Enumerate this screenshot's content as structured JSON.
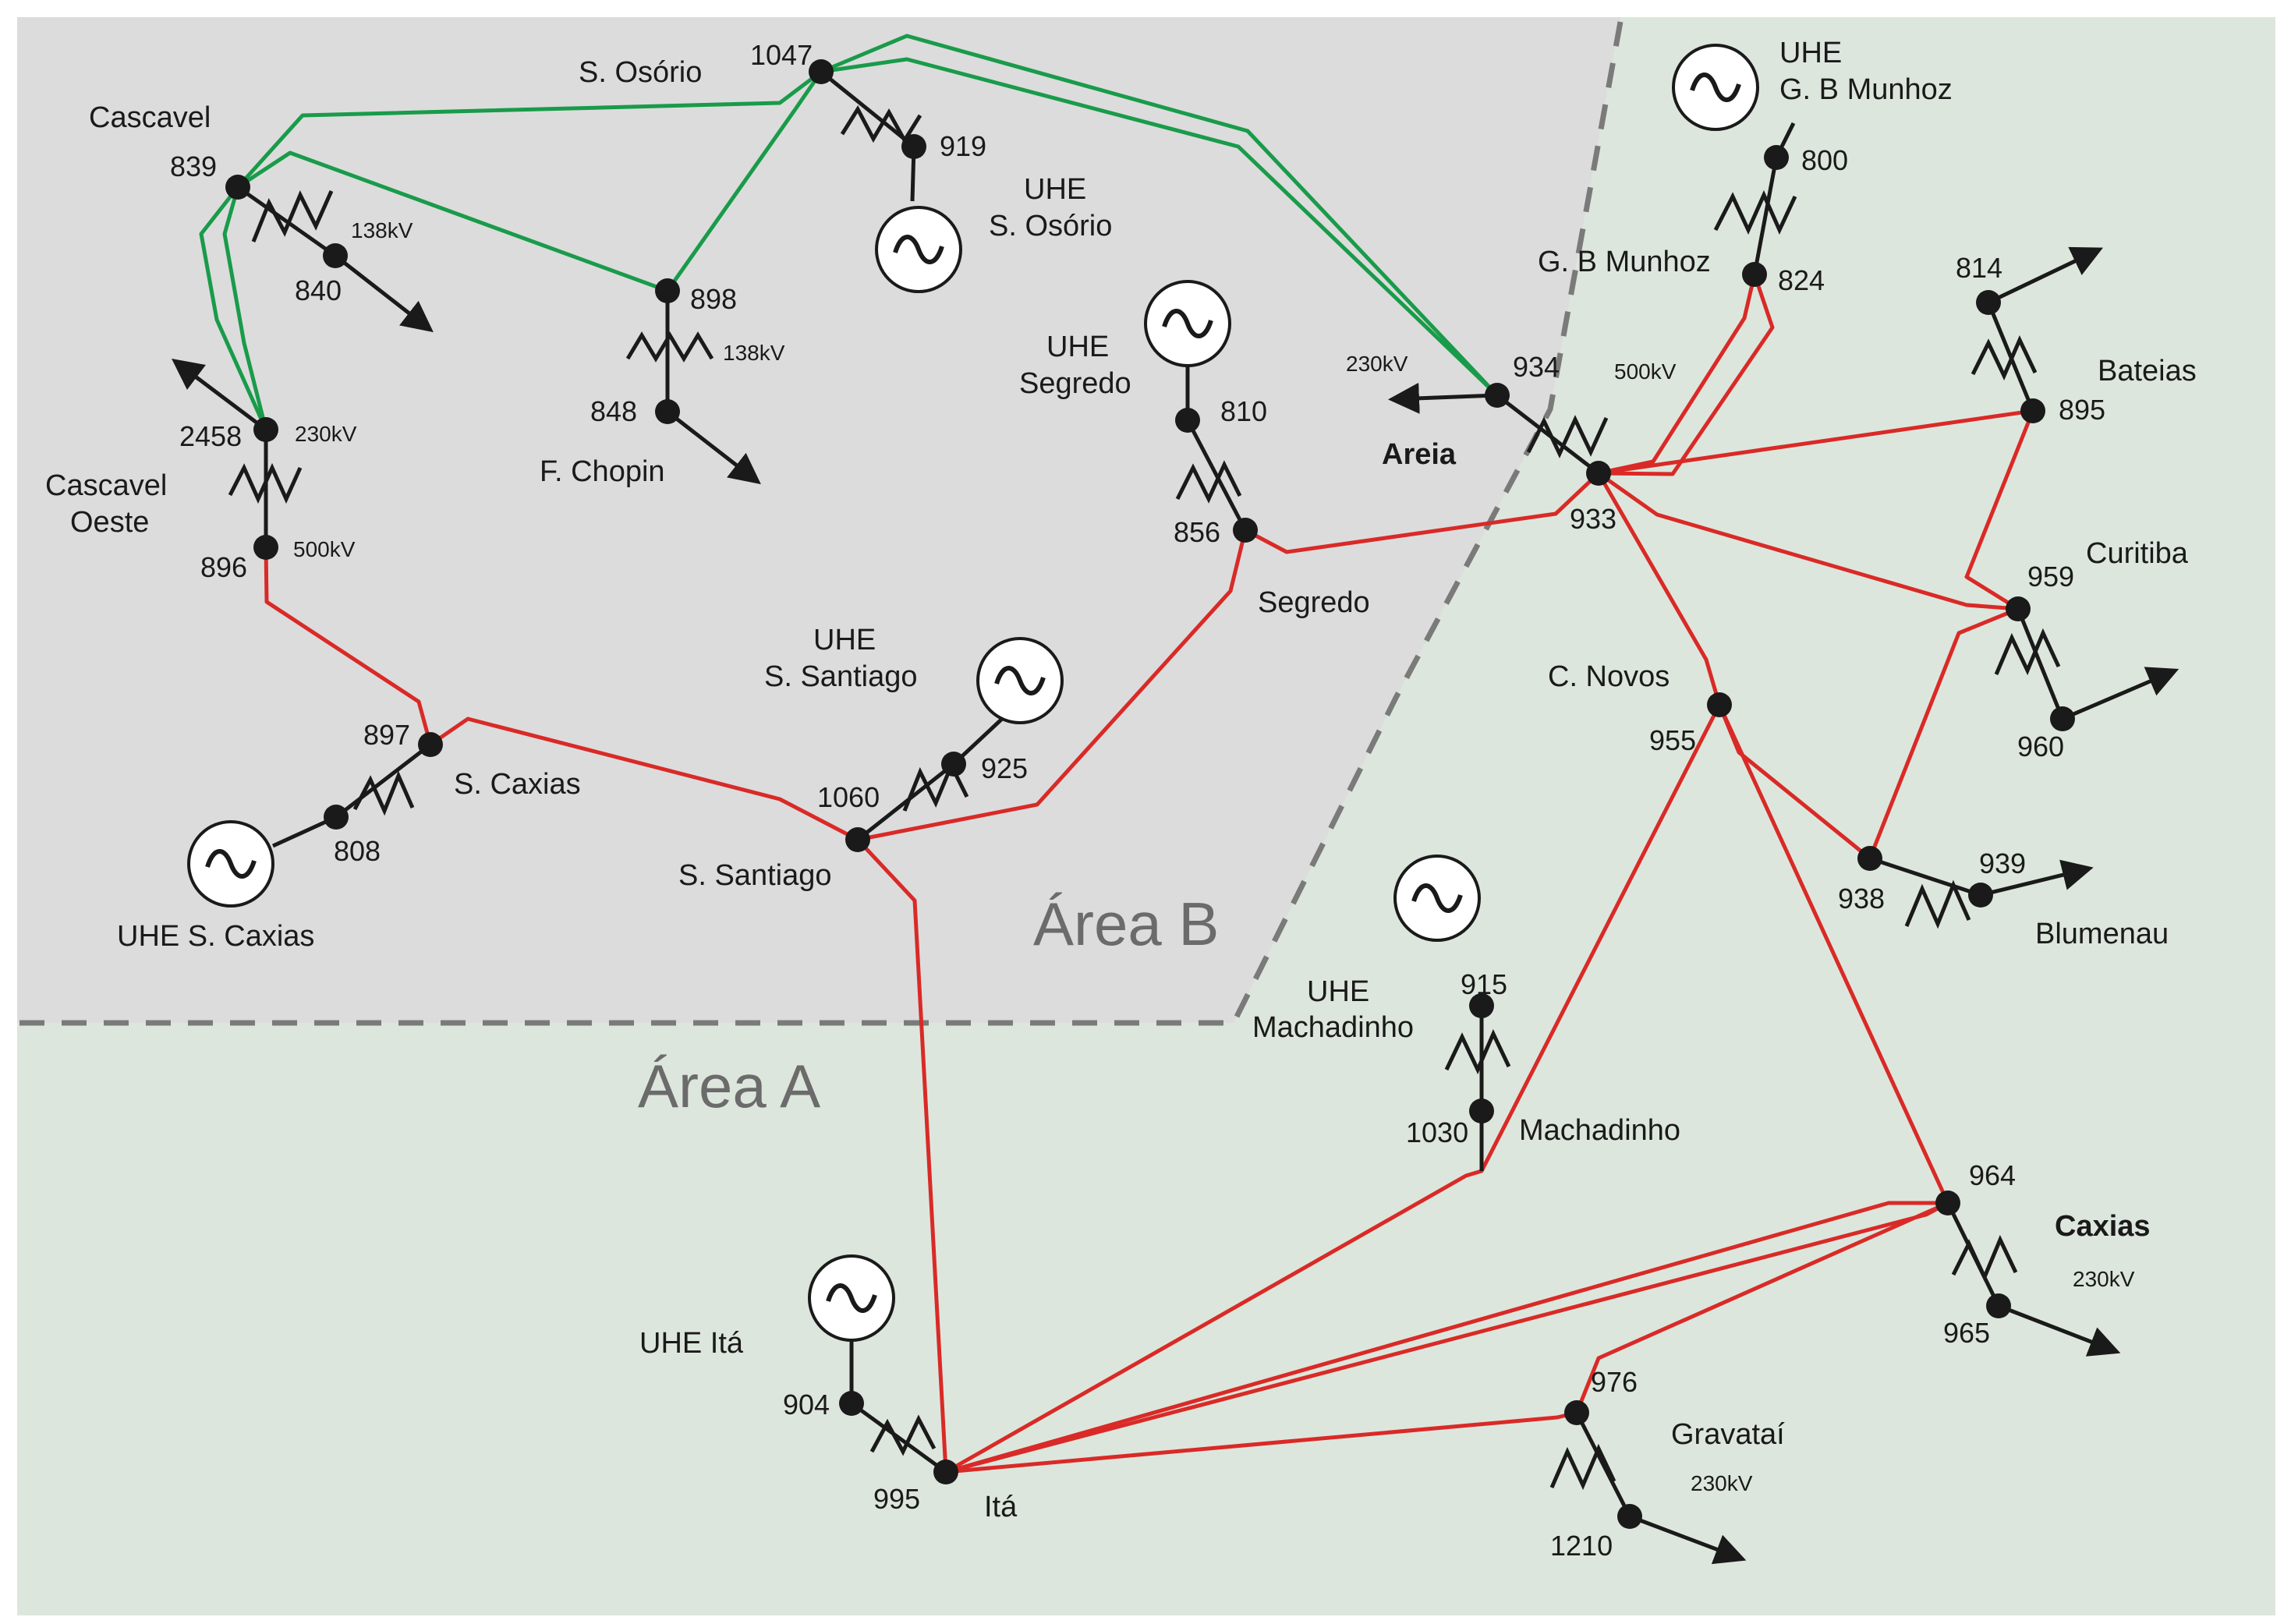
{
  "areas": {
    "a": "Área A",
    "b": "Área B"
  },
  "colors": {
    "area_a_fill": "#dde6dc",
    "area_b_fill": "#dcdcdc",
    "line_500kv": "#d92a27",
    "line_230kv": "#199b4a",
    "node": "#1a1a1a"
  },
  "nodes": {
    "n1047": "1047",
    "n919": "919",
    "n839": "839",
    "n840": "840",
    "n898": "898",
    "n848": "848",
    "n2458": "2458",
    "n896": "896",
    "n897": "897",
    "n808": "808",
    "n1060": "1060",
    "n925": "925",
    "n810": "810",
    "n856": "856",
    "n934": "934",
    "n933": "933",
    "n800": "800",
    "n824": "824",
    "n814": "814",
    "n895": "895",
    "n959": "959",
    "n960": "960",
    "n955": "955",
    "n938": "938",
    "n939": "939",
    "n915": "915",
    "n1030": "1030",
    "n964": "964",
    "n965": "965",
    "n976": "976",
    "n1210": "1210",
    "n904": "904",
    "n995": "995"
  },
  "places": {
    "s_osorio": "S. Osório",
    "cascavel": "Cascavel",
    "f_chopin": "F. Chopin",
    "cascavel_oeste_1": "Cascavel",
    "cascavel_oeste_2": "Oeste",
    "s_caxias": "S. Caxias",
    "s_santiago": "S. Santiago",
    "segredo": "Segredo",
    "areia": "Areia",
    "gb_munhoz": "G. B Munhoz",
    "bateias": "Bateias",
    "curitiba": "Curitiba",
    "c_novos": "C. Novos",
    "blumenau": "Blumenau",
    "machadinho": "Machadinho",
    "caxias": "Caxias",
    "gravatai": "Gravataí",
    "ita": "Itá"
  },
  "plants": {
    "uhe_s_osorio_1": "UHE",
    "uhe_s_osorio_2": "S. Osório",
    "uhe_gb_munhoz_1": "UHE",
    "uhe_gb_munhoz_2": "G. B Munhoz",
    "uhe_segredo_1": "UHE",
    "uhe_segredo_2": "Segredo",
    "uhe_s_santiago_1": "UHE",
    "uhe_s_santiago_2": "S. Santiago",
    "uhe_s_caxias": "UHE S. Caxias",
    "uhe_machadinho_1": "UHE",
    "uhe_machadinho_2": "Machadinho",
    "uhe_ita": "UHE Itá"
  },
  "voltages": {
    "v840": "138kV",
    "v898": "138kV",
    "v2458": "230kV",
    "v896": "500kV",
    "v934": "230kV",
    "v933": "500kV",
    "v965": "230kV",
    "v1210": "230kV"
  }
}
